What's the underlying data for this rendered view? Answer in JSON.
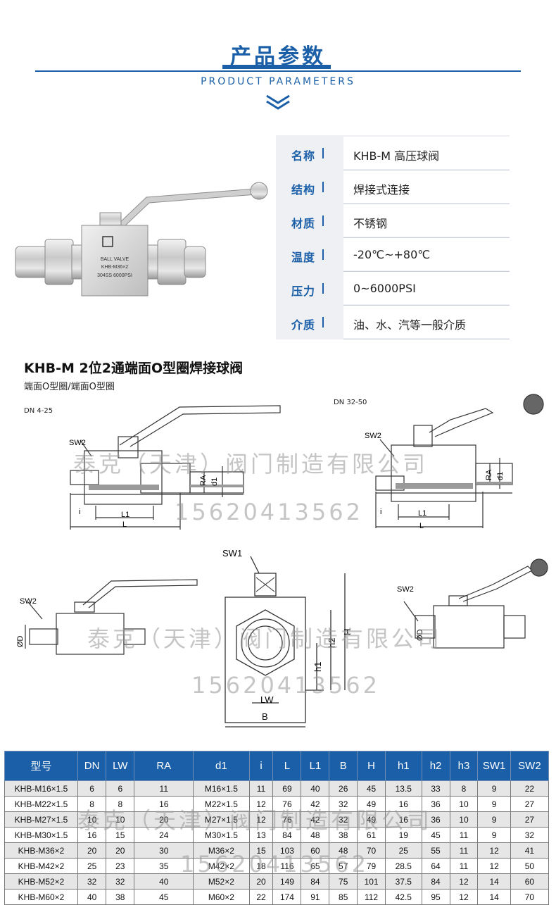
{
  "header": {
    "title": "产品参数",
    "subtitle": "PRODUCT PARAMETERS"
  },
  "valve_photo": {
    "plate_lines": [
      "BALL VALVE",
      "KHB-M36×2",
      "304SS 6000PSI"
    ]
  },
  "specs": [
    {
      "key": "名称",
      "value": "KHB-M 高压球阀"
    },
    {
      "key": "结构",
      "value": "焊接式连接"
    },
    {
      "key": "材质",
      "value": "不锈钢"
    },
    {
      "key": "温度",
      "value": "-20℃~+80℃"
    },
    {
      "key": "压力",
      "value": "0~6000PSI"
    },
    {
      "key": "介质",
      "value": "油、水、汽等一般介质"
    }
  ],
  "section": {
    "title": "KHB-M   2位2通端面O型圈焊接球阀",
    "subtitle": "端面O型圈/端面O型圈"
  },
  "drawings": {
    "dn_small": "DN 4-25",
    "dn_large": "DN 32-50",
    "labels": {
      "sw1": "SW1",
      "sw2": "SW2",
      "ra": "RA",
      "d1": "d1",
      "i": "i",
      "l1": "L1",
      "l": "L",
      "od": "ØD",
      "h": "H",
      "h1": "h1",
      "h2": "h2",
      "lw": "LW",
      "b": "B"
    }
  },
  "watermark": {
    "company": "泰克（天津）阀门制造有限公司",
    "phone": "15620413562"
  },
  "table": {
    "headers": [
      "型号",
      "DN",
      "LW",
      "RA",
      "d1",
      "i",
      "L",
      "L1",
      "B",
      "H",
      "h1",
      "h2",
      "h3",
      "SW1",
      "SW2"
    ],
    "rows": [
      [
        "KHB-M16×1.5",
        "6",
        "6",
        "11",
        "M16×1.5",
        "11",
        "69",
        "40",
        "26",
        "45",
        "13.5",
        "33",
        "8",
        "9",
        "22"
      ],
      [
        "KHB-M22×1.5",
        "8",
        "8",
        "16",
        "M22×1.5",
        "12",
        "76",
        "42",
        "32",
        "49",
        "16",
        "36",
        "10",
        "9",
        "27"
      ],
      [
        "KHB-M27×1.5",
        "10",
        "10",
        "20",
        "M27×1.5",
        "12",
        "76",
        "42",
        "32",
        "49",
        "16",
        "36",
        "10",
        "9",
        "27"
      ],
      [
        "KHB-M30×1.5",
        "16",
        "15",
        "24",
        "M30×1.5",
        "13",
        "84",
        "48",
        "38",
        "61",
        "19",
        "45",
        "11",
        "9",
        "32"
      ],
      [
        "KHB-M36×2",
        "20",
        "20",
        "30",
        "M36×2",
        "15",
        "103",
        "60",
        "48",
        "70",
        "25",
        "55",
        "11",
        "12",
        "41"
      ],
      [
        "KHB-M42×2",
        "25",
        "23",
        "35",
        "M42×2",
        "18",
        "116",
        "65",
        "57",
        "79",
        "28.5",
        "64",
        "11",
        "12",
        "50"
      ],
      [
        "KHB-M52×2",
        "32",
        "32",
        "40",
        "M52×2",
        "20",
        "149",
        "84",
        "75",
        "101",
        "37.5",
        "84",
        "12",
        "14",
        "60"
      ],
      [
        "KHB-M60×2",
        "40",
        "38",
        "45",
        "M60×2",
        "22",
        "174",
        "91",
        "85",
        "112",
        "42.5",
        "95",
        "12",
        "14",
        "70"
      ]
    ]
  }
}
